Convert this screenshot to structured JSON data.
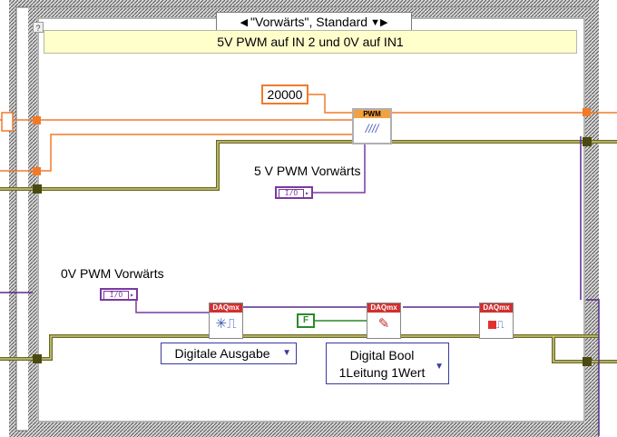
{
  "case_structure": {
    "selector_label": "\"Vorwärts\", Standard",
    "left_arrow": "◀",
    "right_arrow": "▼▶",
    "help_icon": "?"
  },
  "comment": "5V PWM auf IN 2 und 0V auf IN1",
  "numeric_constant": "20000",
  "pwm_vi": {
    "header": "PWM",
    "glyph": "////"
  },
  "labels": {
    "pwm_5v": "5 V PWM Vorwärts",
    "pwm_0v": "0V PWM Vorwärts"
  },
  "io_terminal": {
    "text": "I/O",
    "arrow": "▸"
  },
  "daqmx": {
    "header": "DAQmx",
    "create_icon": "create-channel-icon",
    "write_icon": "write-icon",
    "clear_icon": "clear-task-icon"
  },
  "dropdowns": {
    "channel_type": "Digitale Ausgabe",
    "write_line1": "Digital Bool",
    "write_line2": "1Leitung 1Wert"
  },
  "boolean_constant": "F",
  "colors": {
    "frame_border": "#8c8c8c",
    "numeric_wire": "#f07a2a",
    "io_wire": "#7a3aa0",
    "error_wire": "#6b6a1a",
    "task_wire": "#5a2a8a",
    "bool_wire": "#2a8a2a"
  }
}
